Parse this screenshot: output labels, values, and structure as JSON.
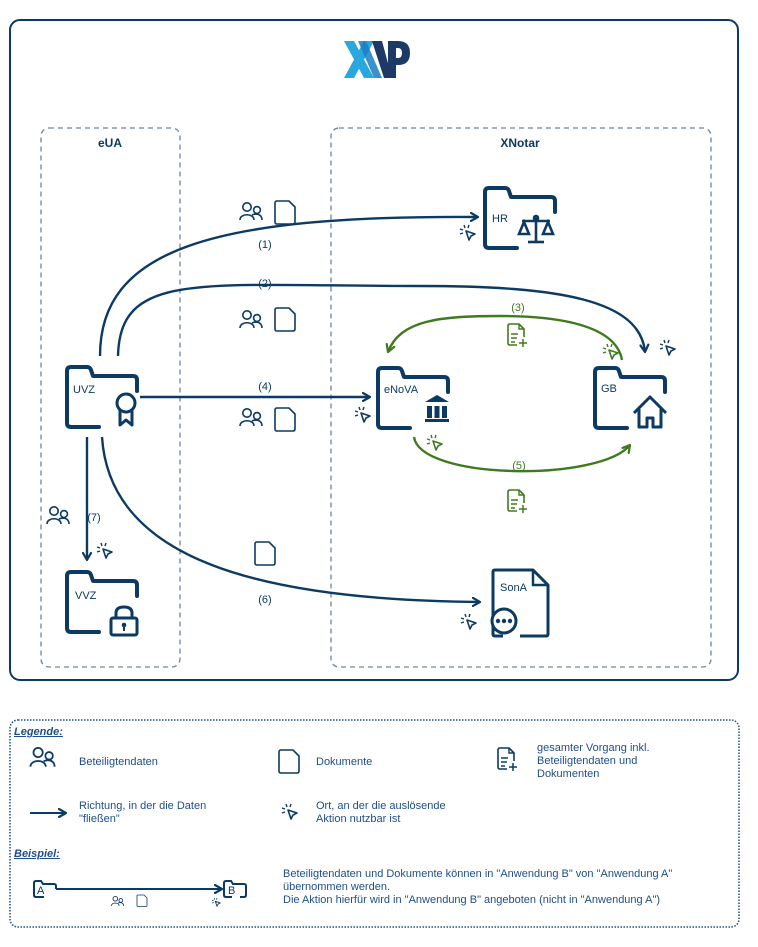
{
  "logo": {
    "text": "XNP",
    "colors": {
      "light": "#29a8e0",
      "mid": "#1a7cc2",
      "dark": "#1d3a66"
    }
  },
  "colors": {
    "primary": "#0c3a63",
    "green": "#3f7a1e",
    "dashed_border": "#6d86a0"
  },
  "groups": {
    "eua": {
      "title": "eUA"
    },
    "xnotar": {
      "title": "XNotar"
    }
  },
  "nodes": {
    "uvz": {
      "label": "UVZ",
      "icon": "certificate-badge"
    },
    "vvz": {
      "label": "VVZ",
      "icon": "padlock"
    },
    "hr": {
      "label": "HR",
      "icon": "scales"
    },
    "enova": {
      "label": "eNoVA",
      "icon": "bank-building"
    },
    "gb": {
      "label": "GB",
      "icon": "house"
    },
    "sona": {
      "label": "SonA",
      "icon": "ellipsis-circle"
    }
  },
  "flows": [
    {
      "id": "1",
      "label": "(1)",
      "from": "UVZ",
      "to": "HR",
      "carries": [
        "Beteiligtendaten",
        "Dokumente"
      ]
    },
    {
      "id": "2",
      "label": "(2)",
      "from": "UVZ",
      "to": "GB",
      "carries": [
        "Beteiligtendaten",
        "Dokumente"
      ]
    },
    {
      "id": "3",
      "label": "(3)",
      "from": "GB",
      "to": "eNoVA",
      "carries": [
        "gesamter Vorgang"
      ]
    },
    {
      "id": "4",
      "label": "(4)",
      "from": "UVZ",
      "to": "eNoVA",
      "carries": [
        "Beteiligtendaten",
        "Dokumente"
      ]
    },
    {
      "id": "5",
      "label": "(5)",
      "from": "eNoVA",
      "to": "GB",
      "carries": [
        "gesamter Vorgang"
      ]
    },
    {
      "id": "6",
      "label": "(6)",
      "from": "UVZ",
      "to": "SonA",
      "carries": [
        "Dokumente"
      ]
    },
    {
      "id": "7",
      "label": "(7)",
      "from": "UVZ",
      "to": "VVZ",
      "carries": [
        "Beteiligtendaten"
      ]
    }
  ],
  "legend": {
    "title": "Legende:",
    "items": [
      {
        "icon": "people-icon",
        "text": "Beteiligtendaten"
      },
      {
        "icon": "document-icon",
        "text": "Dokumente"
      },
      {
        "icon": "document-plus-icon",
        "text_lines": [
          "gesamter Vorgang inkl.",
          "Beteiligtendaten und",
          "Dokumenten"
        ]
      },
      {
        "icon": "arrow-icon",
        "text_lines": [
          "Richtung, in der die Daten",
          "\"fließen\""
        ]
      },
      {
        "icon": "click-cursor-icon",
        "text_lines": [
          "Ort, an der die auslösende",
          "Aktion nutzbar ist"
        ]
      }
    ]
  },
  "example": {
    "title": "Beispiel:",
    "node_a": "A",
    "node_b": "B",
    "text_lines": [
      "Beteiligtendaten und Dokumente können in \"Anwendung B\" von \"Anwendung A\"",
      "übernommen werden.",
      "Die Aktion hierfür wird in \"Anwendung B\" angeboten (nicht in \"Anwendung A\")"
    ]
  }
}
